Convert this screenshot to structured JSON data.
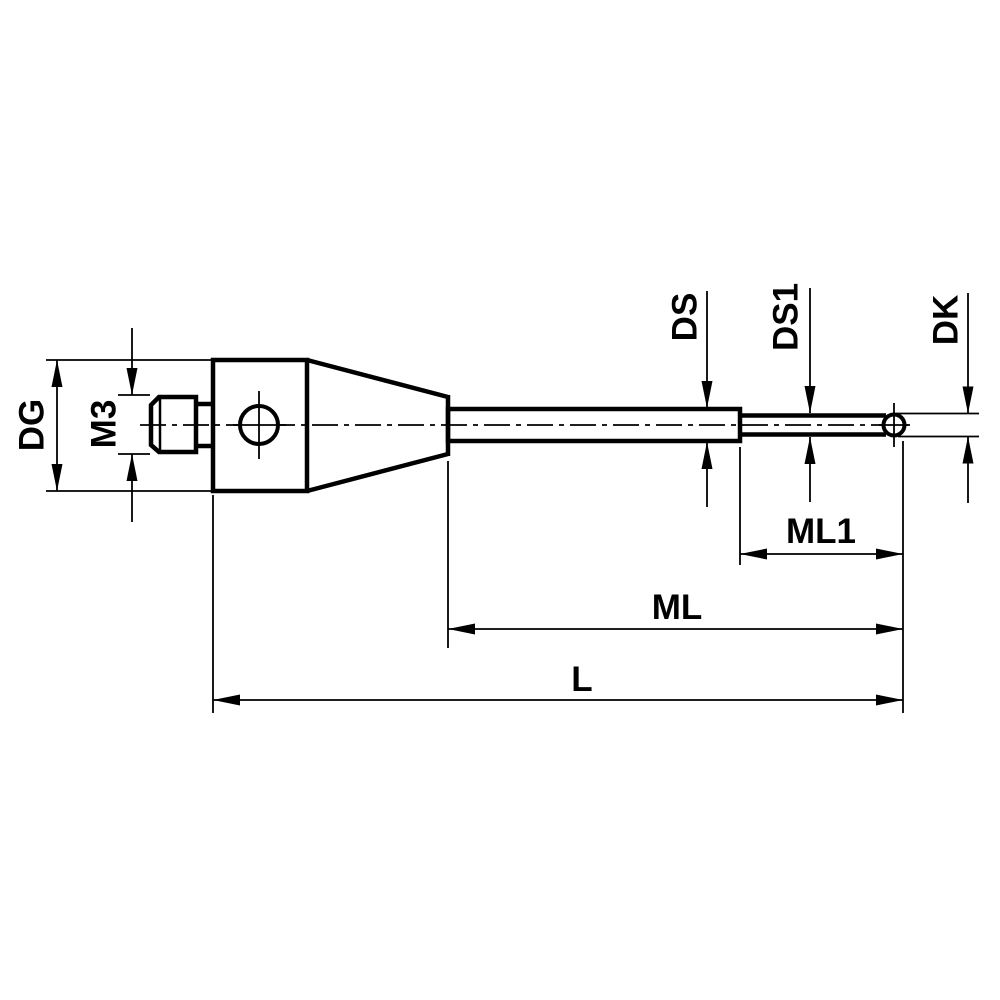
{
  "drawing": {
    "type": "technical-dimension-drawing",
    "subject": "stylus-probe-side-view",
    "colors": {
      "line": "#000000",
      "background": "#ffffff"
    },
    "dimensions": {
      "dg": "DG",
      "m3": "M3",
      "ds": "DS",
      "ds1": "DS1",
      "dk": "DK",
      "ml1": "ML1",
      "ml": "ML",
      "l": "L"
    }
  }
}
